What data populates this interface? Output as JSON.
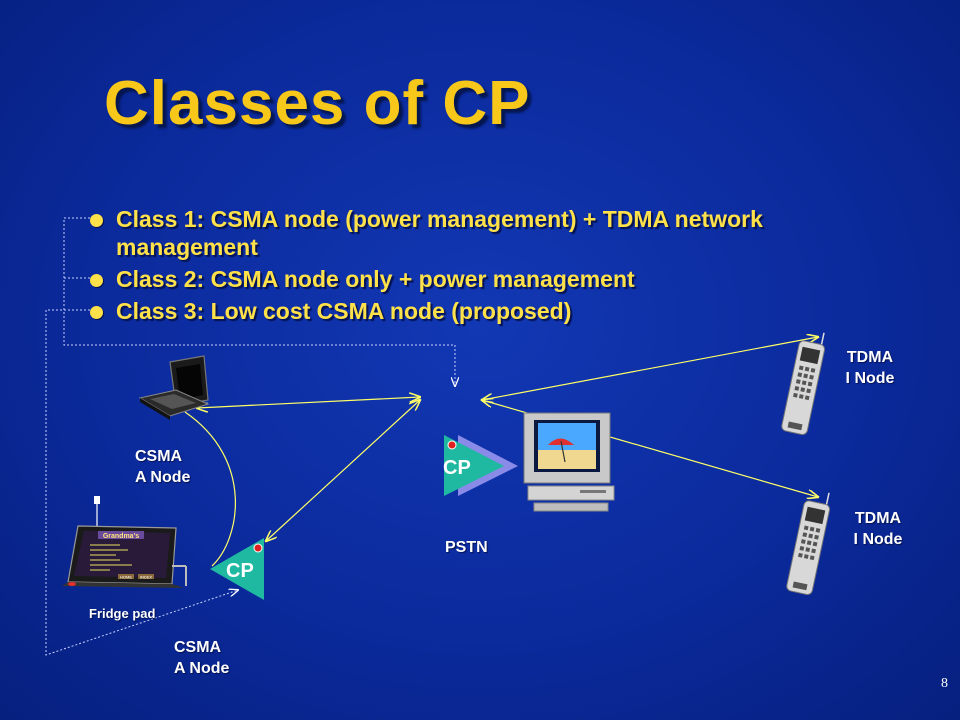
{
  "slide": {
    "title": "Classes of CP",
    "bullets": [
      {
        "line1": "Class 1: CSMA node (power management) + TDMA network",
        "line2": "management"
      },
      {
        "line1": "Class 2: CSMA node only + power management"
      },
      {
        "line1": "Class 3: Low cost CSMA node (proposed)"
      }
    ],
    "labels": {
      "tdma_top": [
        "TDMA",
        "I Node"
      ],
      "tdma_bottom": [
        "TDMA",
        "I Node"
      ],
      "csma_laptop": [
        "CSMA",
        "A Node"
      ],
      "csma_bottom": [
        "CSMA",
        "A Node"
      ],
      "pstn": "PSTN",
      "fridge": "Fridge pad",
      "cp_main": "CP",
      "cp_small": "CP",
      "fridge_screen_title": "Grandma's",
      "fridge_btn_1": "HOME",
      "fridge_btn_2": "INDEX"
    },
    "page_number": "8",
    "colors": {
      "background": "#0b2a9c",
      "title": "#f7c81a",
      "bullet_text": "#ffe14a",
      "connector": "#ffff66",
      "cp_teal": "#1fb8a0"
    }
  }
}
